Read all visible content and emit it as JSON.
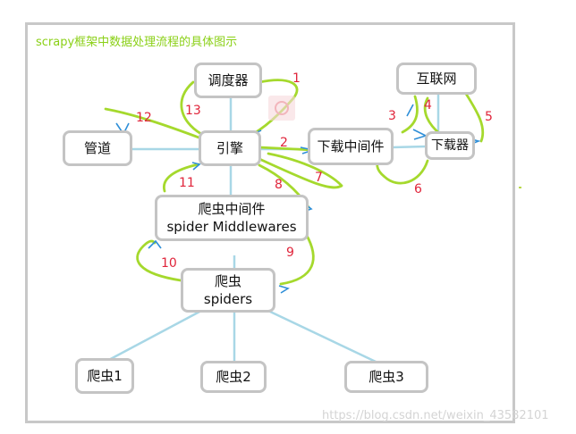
{
  "title": "scrapy框架中数据处理流程的具体图示",
  "nodes": {
    "scheduler": "调度器",
    "internet": "互联网",
    "pipeline": "管道",
    "engine": "引擎",
    "downloader_mw": "下载中间件",
    "downloader": "下载器",
    "spider_mw_cn": "爬虫中间件",
    "spider_mw_en": "spider Middlewares",
    "spiders_cn": "爬虫",
    "spiders_en": "spiders",
    "spider1": "爬虫1",
    "spider2": "爬虫2",
    "spider3": "爬虫3"
  },
  "step_numbers": [
    "1",
    "2",
    "3",
    "4",
    "5",
    "6",
    "7",
    "8",
    "9",
    "10",
    "11",
    "12",
    "13"
  ],
  "watermark": "https://blog.csdn.net/weixin_43582101",
  "colors": {
    "flow": "#a5d92d",
    "link": "#a8d7e6",
    "number": "#e0243a",
    "title": "#8ad016",
    "box": "#c4c4c4"
  }
}
